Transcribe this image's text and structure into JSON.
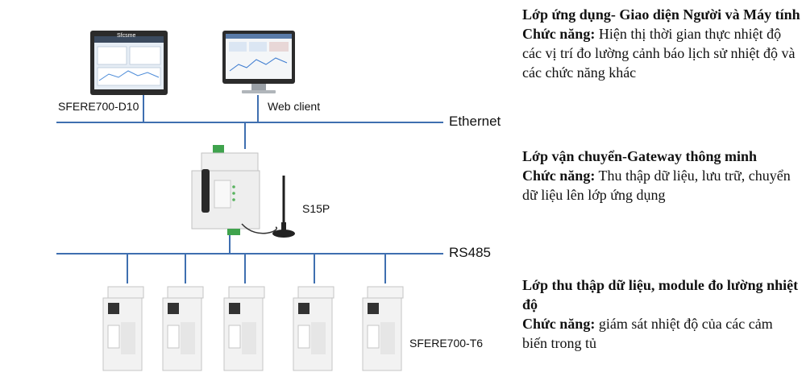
{
  "devices": {
    "hmi": {
      "label": "SFERE700-D10",
      "screen_brand": "Sfcsme"
    },
    "web_client": {
      "label": "Web client"
    },
    "gateway": {
      "label": "S15P"
    },
    "module": {
      "label": "SFERE700-T6"
    }
  },
  "buses": {
    "ethernet": "Ethernet",
    "rs485": "RS485"
  },
  "layers": [
    {
      "title": "Lớp ứng dụng- Giao diện Người và Máy tính",
      "function_label": "Chức năng:",
      "function_text": "Hiện thị thời gian thực nhiệt độ các vị trí đo lường cảnh báo lịch sử nhiệt độ và các chức năng khác"
    },
    {
      "title": "Lớp vận chuyển-Gateway thông minh",
      "function_label": "Chức năng:",
      "function_text": "Thu thập dữ liệu, lưu trữ, chuyển dữ liệu lên lớp ứng dụng"
    },
    {
      "title": "Lớp thu thập dữ liệu, module đo lường nhiệt độ",
      "function_label": "Chức năng:",
      "function_text": "giám sát nhiệt độ của các cảm biến trong tủ"
    }
  ],
  "colors": {
    "bus_line": "#3f6fb0",
    "hmi_frame": "#2b2b2b",
    "screen": "#e6edf5",
    "device_body": "#eeeeee",
    "terminal_green": "#3fa34d"
  }
}
